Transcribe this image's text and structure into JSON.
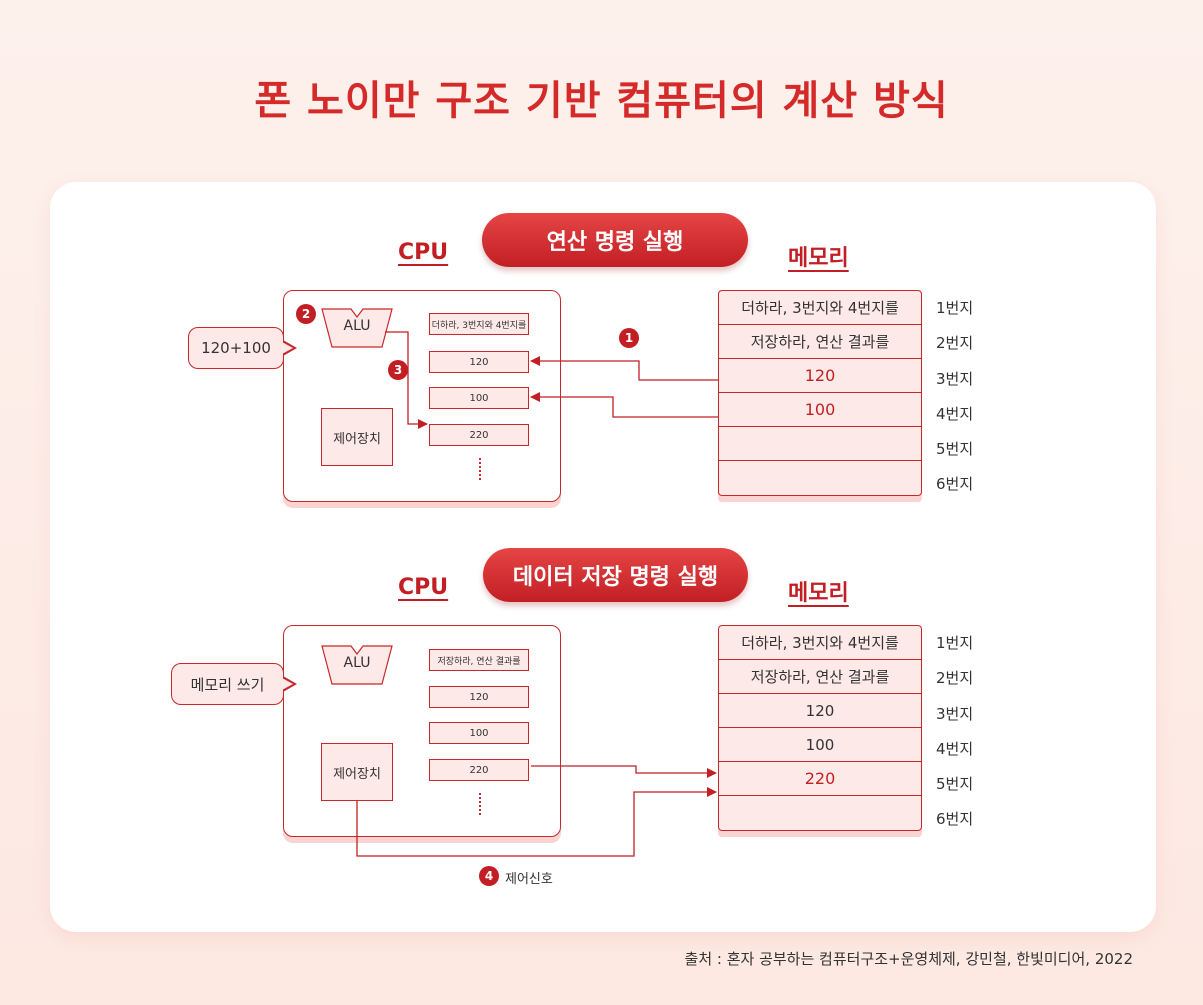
{
  "title": "폰 노이만 구조 기반 컴퓨터의 계산 방식",
  "section1": {
    "pill": "연산 명령 실행",
    "cpu_label": "CPU",
    "mem_label": "메모리",
    "bubble": "120+100",
    "alu": "ALU",
    "control_unit": "제어장치",
    "registers": [
      "더하라, 3번지와 4번지를",
      "120",
      "100",
      "220"
    ],
    "memory": [
      "더하라, 3번지와 4번지를",
      "저장하라, 연산 결과를",
      "120",
      "100",
      "",
      ""
    ],
    "addresses": [
      "1번지",
      "2번지",
      "3번지",
      "4번지",
      "5번지",
      "6번지"
    ],
    "steps": [
      "1",
      "2",
      "3"
    ]
  },
  "section2": {
    "pill": "데이터 저장 명령 실행",
    "cpu_label": "CPU",
    "mem_label": "메모리",
    "bubble": "메모리 쓰기",
    "alu": "ALU",
    "control_unit": "제어장치",
    "registers": [
      "저장하라, 연산 결과를",
      "120",
      "100",
      "220"
    ],
    "memory": [
      "더하라, 3번지와 4번지를",
      "저장하라, 연산 결과를",
      "120",
      "100",
      "220",
      ""
    ],
    "addresses": [
      "1번지",
      "2번지",
      "3번지",
      "4번지",
      "5번지",
      "6번지"
    ],
    "step": "4",
    "signal_label": "제어신호"
  },
  "source": "출처 : 혼자 공부하는 컴퓨터구조+운영체제, 강민철, 한빛미디어, 2022",
  "colors": {
    "accent": "#c21f24",
    "fill": "#fde9e7",
    "background": "#fdf1ec"
  }
}
